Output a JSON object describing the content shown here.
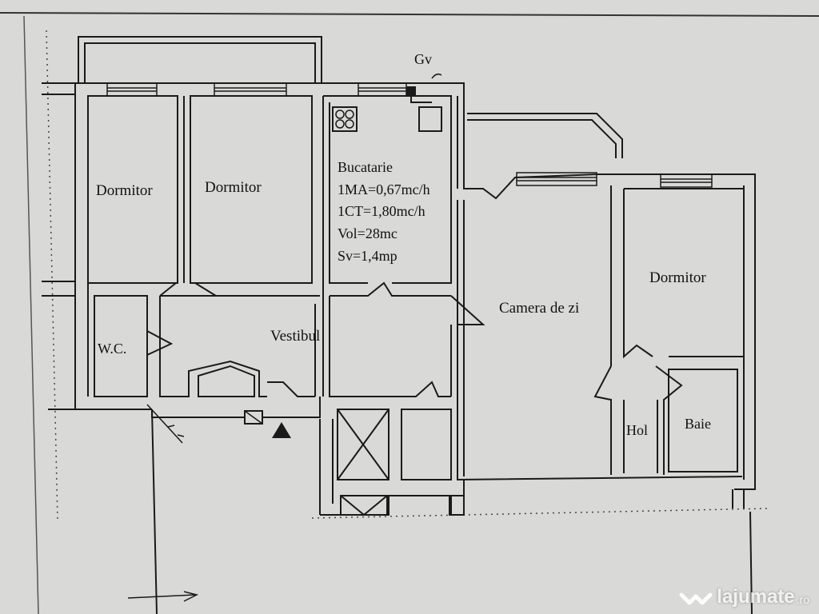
{
  "rooms": {
    "dormitor_left": "Dormitor",
    "dormitor_middle": "Dormitor",
    "dormitor_right": "Dormitor",
    "wc": "W.C.",
    "vestibul": "Vestibul",
    "camera_de_zi": "Camera de zi",
    "hol": "Hol",
    "baie": "Baie"
  },
  "kitchen": {
    "name": "Bucatarie",
    "line1": "1MA=0,67mc/h",
    "line2": "1CT=1,80mc/h",
    "line3": "Vol=28mc",
    "line4": "Sv=1,4mp"
  },
  "gas_label": "Gv",
  "watermark": {
    "brand": "lajumate",
    "suffix": ".ro",
    "logo_icon": "heart-logo-icon"
  },
  "colors": {
    "paper": "#d9d9d7",
    "ink": "#1a1a1a"
  }
}
